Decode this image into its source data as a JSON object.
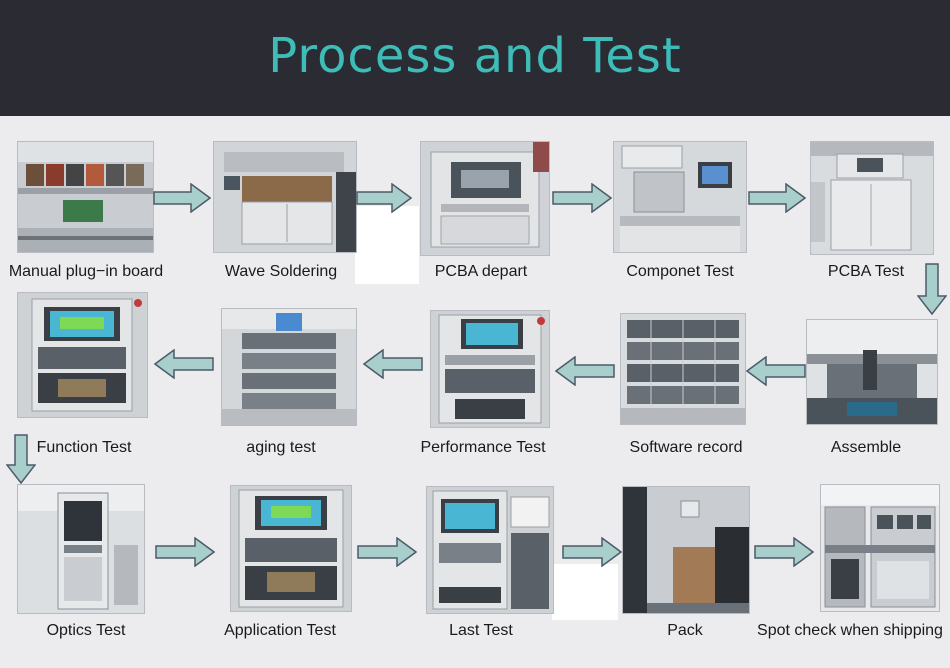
{
  "title": "Process and Test",
  "colors": {
    "header_bg": "#2a2b33",
    "title": "#3ebdb8",
    "arrow_fill": "#a9cfcd",
    "arrow_stroke": "#4e5a68"
  },
  "steps": [
    {
      "label": "Manual plug−in board"
    },
    {
      "label": "Wave Soldering"
    },
    {
      "label": "PCBA depart"
    },
    {
      "label": "Componet Test"
    },
    {
      "label": "PCBA Test"
    },
    {
      "label": "Function Test"
    },
    {
      "label": "aging test"
    },
    {
      "label": "Performance Test"
    },
    {
      "label": "Software record"
    },
    {
      "label": "Assemble"
    },
    {
      "label": "Optics Test"
    },
    {
      "label": "Application Test"
    },
    {
      "label": "Last Test"
    },
    {
      "label": "Pack"
    },
    {
      "label": "Spot check when shipping"
    }
  ]
}
